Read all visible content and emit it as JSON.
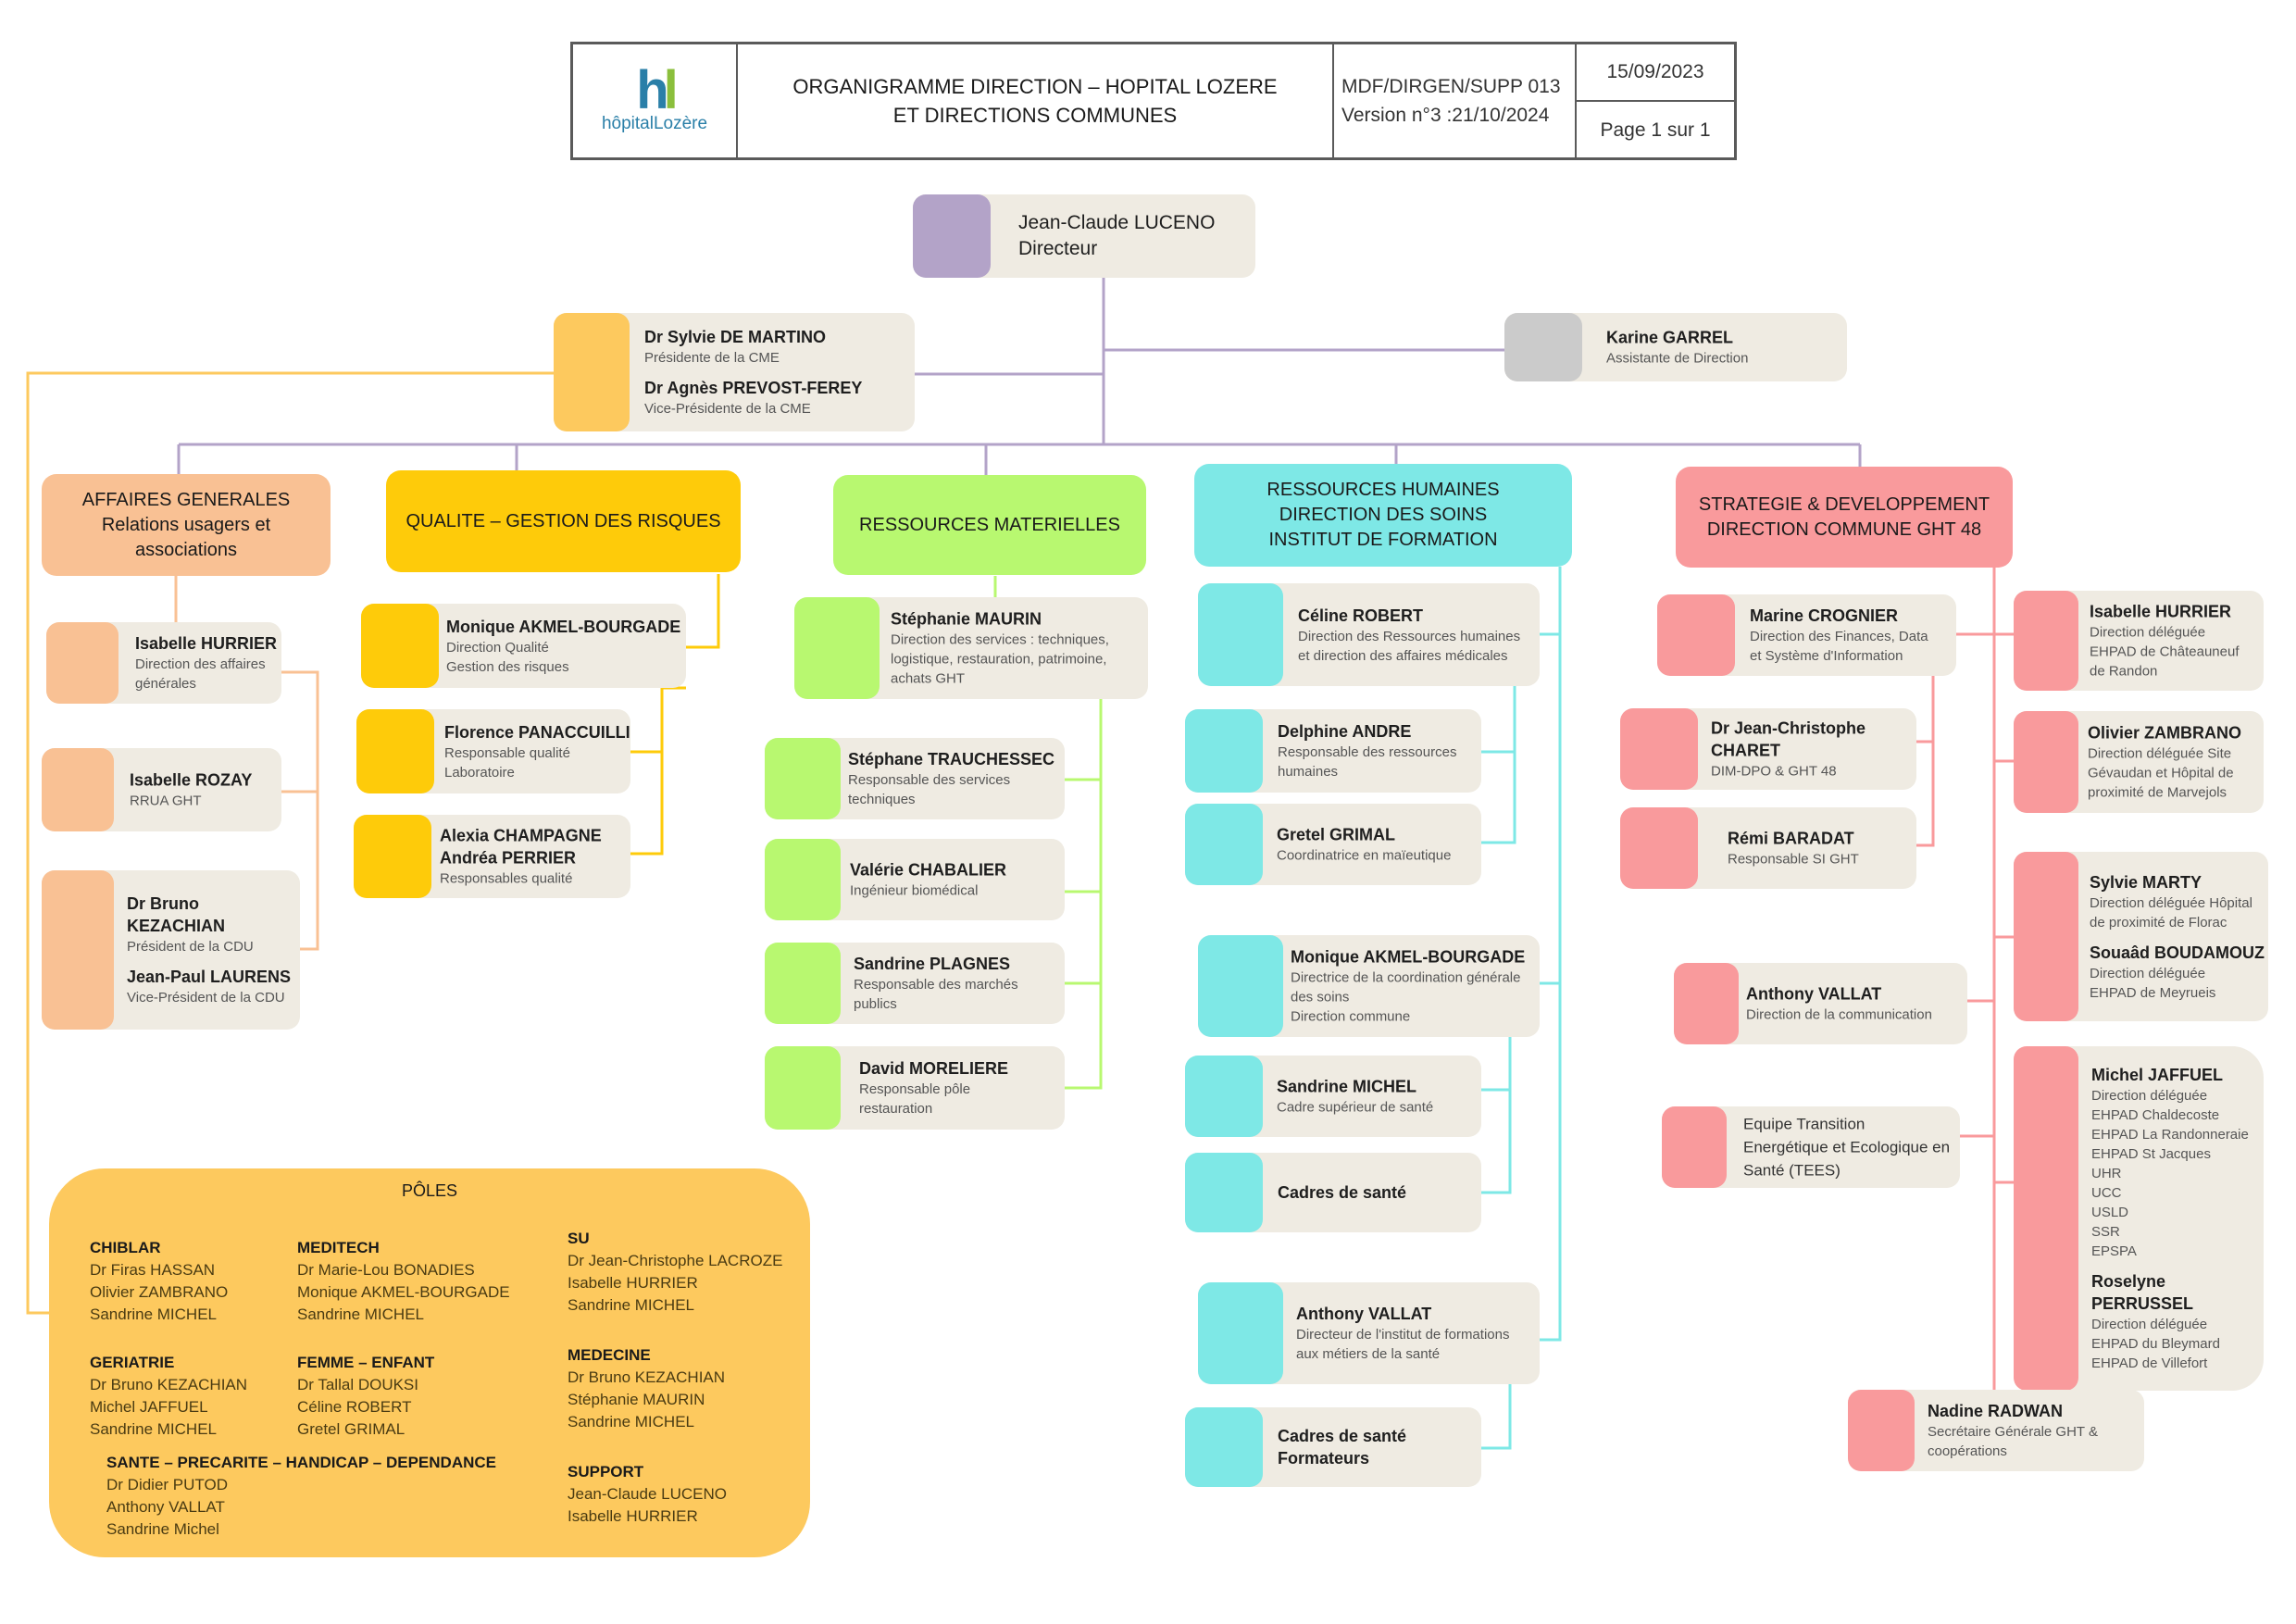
{
  "header": {
    "logo_text": "hôpitalLozère",
    "title_line1": "ORGANIGRAMME DIRECTION – HOPITAL LOZERE",
    "title_line2": "ET DIRECTIONS COMMUNES",
    "ref_line1": "MDF/DIRGEN/SUPP 013",
    "ref_line2": "Version n°3 :21/10/2024",
    "date": "15/09/2023",
    "page": "Page 1 sur 1"
  },
  "colors": {
    "director": "#b3a3c8",
    "cme": "#fdc95e",
    "assistant": "#cbcbcb",
    "ag": "#f9c194",
    "qual": "#fecb0a",
    "rm": "#b8f870",
    "rh": "#7ee8e6",
    "strat": "#f99a9c",
    "card": "#efebe2"
  },
  "top": {
    "director": {
      "name": "Jean-Claude LUCENO",
      "role": "Directeur"
    },
    "cme": {
      "name1": "Dr Sylvie DE MARTINO",
      "role1": "Présidente de la CME",
      "name2": "Dr Agnès PREVOST-FEREY",
      "role2": "Vice-Présidente de la CME"
    },
    "assistant": {
      "name": "Karine GARREL",
      "role": "Assistante de Direction"
    }
  },
  "depts": {
    "ag": {
      "l1": "AFFAIRES GENERALES",
      "l2": "Relations usagers et",
      "l3": "associations"
    },
    "qual": {
      "l1": "QUALITE – GESTION DES RISQUES"
    },
    "rm": {
      "l1": "RESSOURCES MATERIELLES"
    },
    "rh": {
      "l1": "RESSOURCES HUMAINES",
      "l2": "DIRECTION DES SOINS",
      "l3": "INSTITUT DE FORMATION"
    },
    "strat": {
      "l1": "STRATEGIE & DEVELOPPEMENT",
      "l2": "DIRECTION COMMUNE GHT 48"
    }
  },
  "ag": [
    {
      "name": "Isabelle HURRIER",
      "role1": "Direction des affaires",
      "role2": "générales"
    },
    {
      "name": "Isabelle ROZAY",
      "role1": "RRUA GHT"
    },
    {
      "name1": "Dr Bruno",
      "name1b": "KEZACHIAN",
      "role1": "Président de la CDU",
      "name2": "Jean-Paul LAURENS",
      "role2": "Vice-Président de la CDU"
    }
  ],
  "qual": [
    {
      "name": "Monique AKMEL-BOURGADE",
      "role1": "Direction Qualité",
      "role2": "Gestion des risques"
    },
    {
      "name": "Florence PANACCUILLI",
      "role1": "Responsable qualité",
      "role2": "Laboratoire"
    },
    {
      "name": "Alexia CHAMPAGNE",
      "name2": "Andréa PERRIER",
      "role1": "Responsables qualité"
    }
  ],
  "rm": [
    {
      "name": "Stéphanie MAURIN",
      "role1": "Direction des services : techniques,",
      "role2": "logistique, restauration, patrimoine,",
      "role3": "achats GHT"
    },
    {
      "name": "Stéphane TRAUCHESSEC",
      "role1": "Responsable des services",
      "role2": "techniques"
    },
    {
      "name": "Valérie CHABALIER",
      "role1": "Ingénieur biomédical"
    },
    {
      "name": "Sandrine PLAGNES",
      "role1": "Responsable des marchés",
      "role2": "publics"
    },
    {
      "name": "David MORELIERE",
      "role1": "Responsable pôle",
      "role2": "restauration"
    }
  ],
  "rh": [
    {
      "name": "Céline ROBERT",
      "role1": "Direction des Ressources humaines",
      "role2": "et direction des affaires médicales"
    },
    {
      "name": "Delphine ANDRE",
      "role1": "Responsable des ressources",
      "role2": "humaines"
    },
    {
      "name": "Gretel GRIMAL",
      "role1": "Coordinatrice en maïeutique"
    },
    {
      "name": "Monique AKMEL-BOURGADE",
      "role1": "Directrice de la coordination générale",
      "role2": "des soins",
      "role3": "Direction commune"
    },
    {
      "name": "Sandrine MICHEL",
      "role1": "Cadre supérieur de santé"
    },
    {
      "name": "Cadres de santé"
    },
    {
      "name": "Anthony VALLAT",
      "role1": "Directeur de l'institut de formations",
      "role2": "aux métiers de la santé"
    },
    {
      "name": "Cadres de santé",
      "name2": "Formateurs"
    }
  ],
  "strat_left": [
    {
      "name": "Marine CROGNIER",
      "role1": "Direction des Finances, Data",
      "role2": "et Système d'Information"
    },
    {
      "name": "Dr Jean-Christophe",
      "name2": "CHARET",
      "role1": "DIM-DPO & GHT 48"
    },
    {
      "name": "Rémi BARADAT",
      "role1": "Responsable SI GHT"
    },
    {
      "name": "Anthony VALLAT",
      "role1": "Direction de la communication"
    },
    {
      "l1": "Equipe Transition",
      "l2": "Energétique et Ecologique en",
      "l3": "Santé (TEES)"
    }
  ],
  "strat_right": [
    {
      "name": "Isabelle HURRIER",
      "role1": "Direction déléguée",
      "role2": "EHPAD de Châteauneuf",
      "role3": "de Randon"
    },
    {
      "name": "Olivier ZAMBRANO",
      "role1": "Direction déléguée Site",
      "role2": "Gévaudan et Hôpital de",
      "role3": "proximité de Marvejols"
    },
    {
      "name": "Sylvie MARTY",
      "role1": "Direction déléguée Hôpital",
      "role2": "de proximité de Florac",
      "name2": "Souaâd BOUDAMOUZ",
      "role3": "Direction déléguée",
      "role4": "EHPAD de Meyrueis"
    },
    {
      "name": "Michel JAFFUEL",
      "roles": [
        "Direction déléguée",
        "EHPAD Chaldecoste",
        "EHPAD La Randonneraie",
        "EHPAD St Jacques",
        "UHR",
        "UCC",
        "USLD",
        "SSR",
        "EPSPA"
      ],
      "name2": "Roselyne PERRUSSEL",
      "roles2": [
        "Direction déléguée",
        "EHPAD du Bleymard",
        "EHPAD de Villefort"
      ]
    },
    {
      "name": "Nadine RADWAN",
      "role1": "Secrétaire Générale GHT &",
      "role2": "coopérations"
    }
  ],
  "poles": {
    "title": "PÔLES",
    "groups": [
      {
        "head": "CHIBLAR",
        "members": [
          "Dr Firas HASSAN",
          "Olivier ZAMBRANO",
          "Sandrine MICHEL"
        ]
      },
      {
        "head": "MEDITECH",
        "members": [
          "Dr Marie-Lou BONADIES",
          "Monique AKMEL-BOURGADE",
          "Sandrine MICHEL"
        ]
      },
      {
        "head": "SU",
        "members": [
          "Dr Jean-Christophe LACROZE",
          "Isabelle HURRIER",
          "Sandrine MICHEL"
        ]
      },
      {
        "head": "GERIATRIE",
        "members": [
          "Dr Bruno KEZACHIAN",
          "Michel JAFFUEL",
          "Sandrine MICHEL"
        ]
      },
      {
        "head": "FEMME – ENFANT",
        "members": [
          "Dr Tallal DOUKSI",
          "Céline ROBERT",
          "Gretel GRIMAL"
        ]
      },
      {
        "head": "MEDECINE",
        "members": [
          "Dr Bruno KEZACHIAN",
          "Stéphanie MAURIN",
          "Sandrine MICHEL"
        ]
      },
      {
        "head": "SANTE – PRECARITE – HANDICAP – DEPENDANCE",
        "members": [
          "Dr Didier PUTOD",
          "Anthony VALLAT",
          "Sandrine Michel"
        ]
      },
      {
        "head": "SUPPORT",
        "members": [
          "Jean-Claude LUCENO",
          "Isabelle HURRIER"
        ]
      }
    ]
  }
}
